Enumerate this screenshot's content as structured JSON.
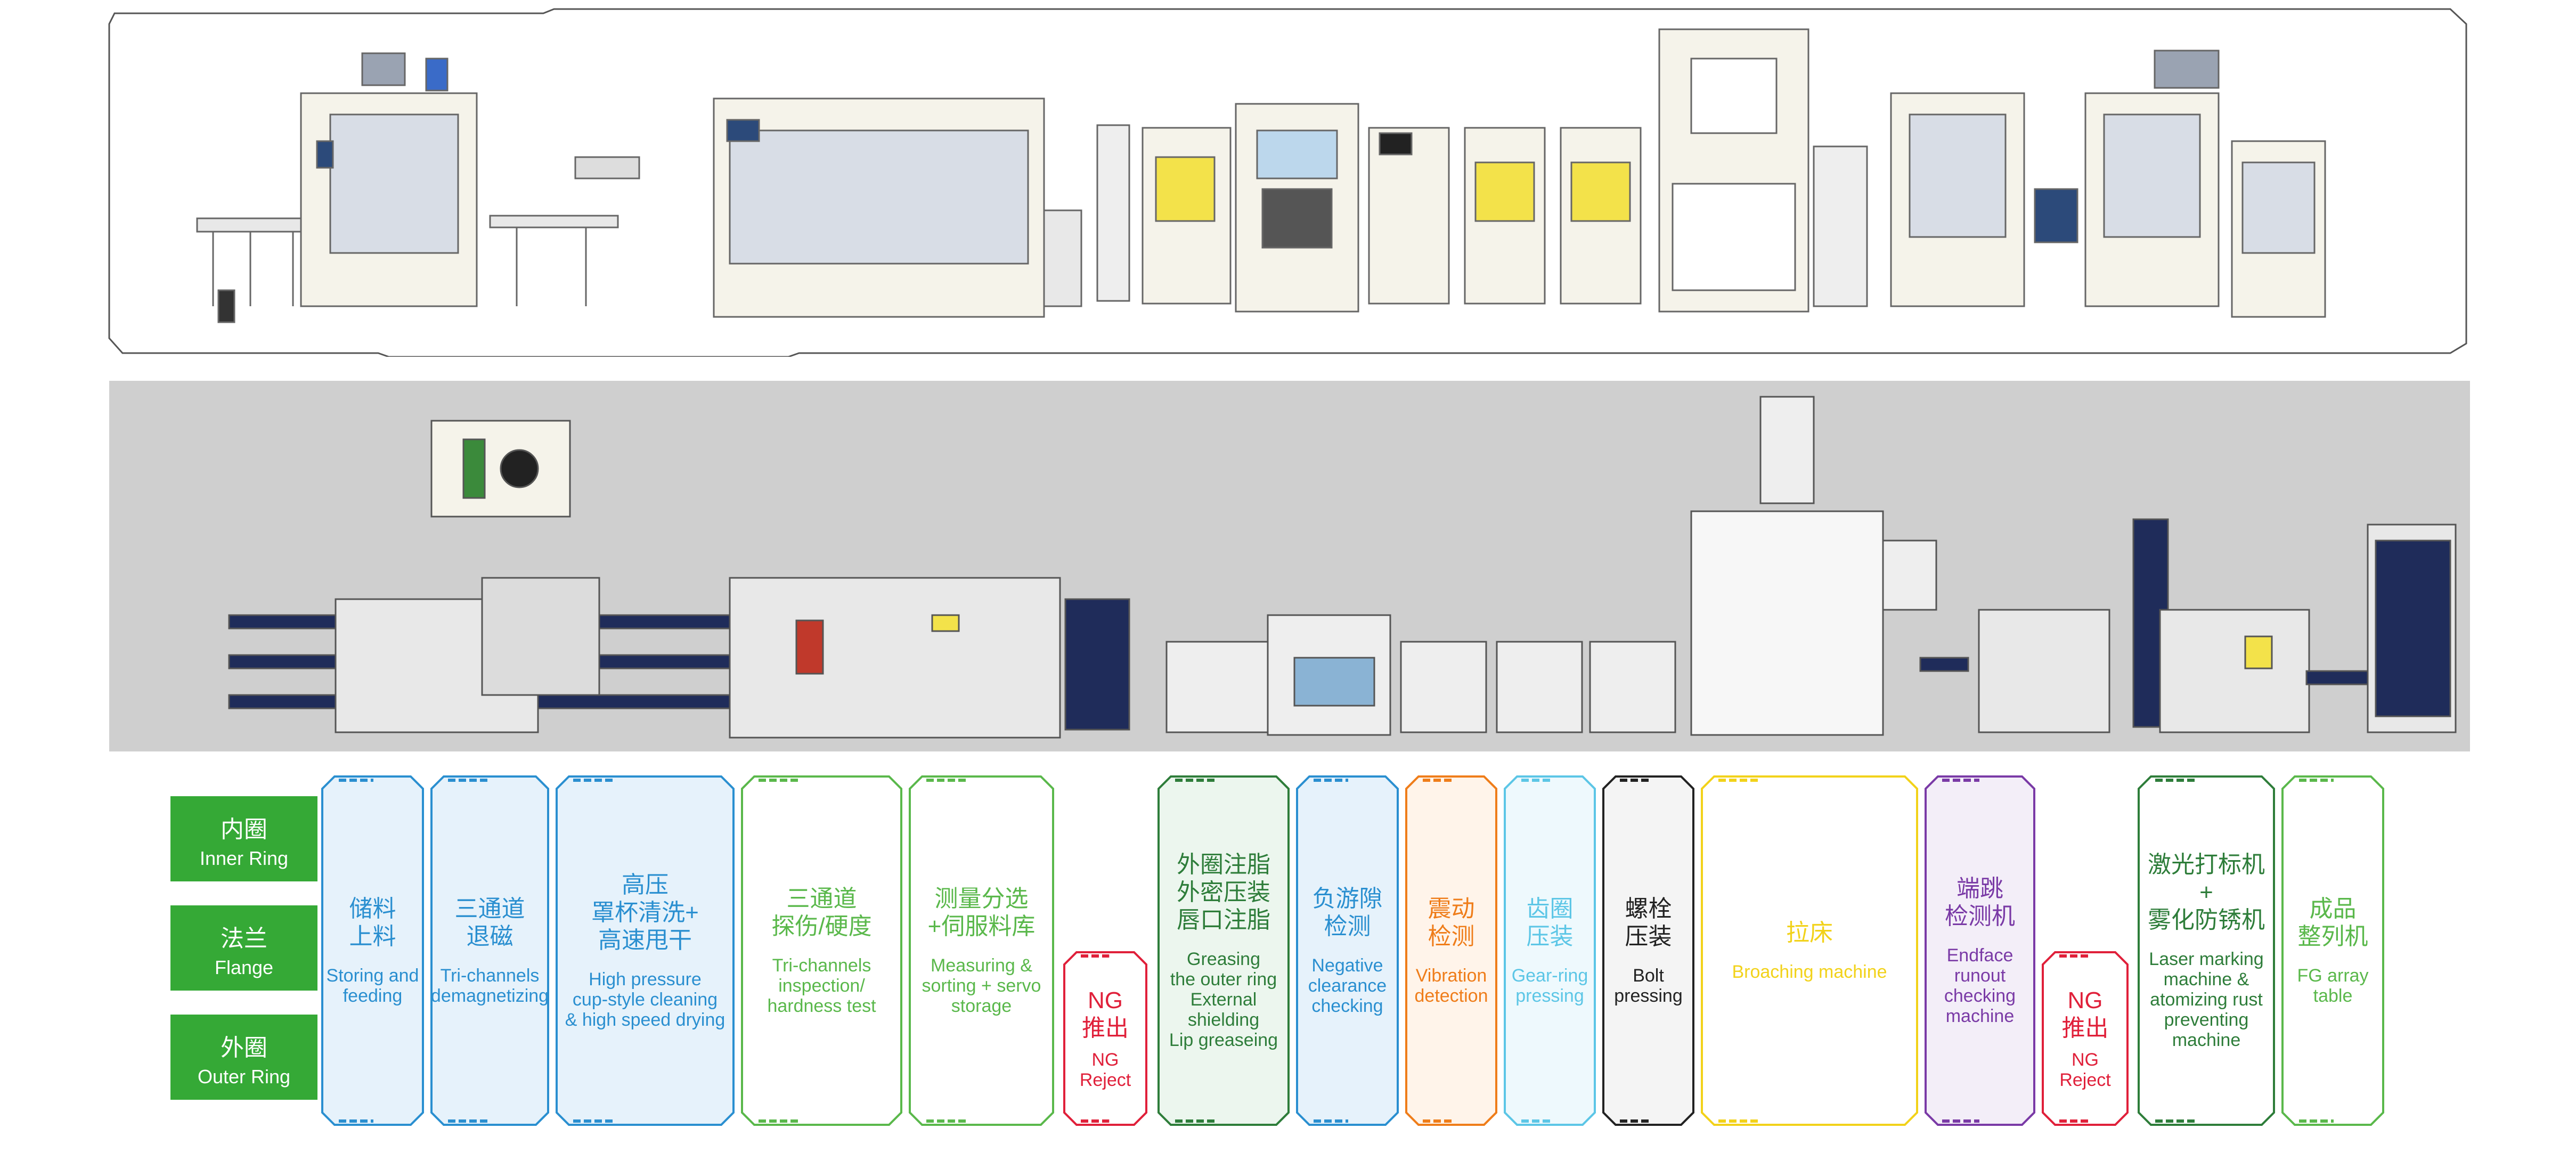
{
  "labels": [
    {
      "cn": "内圈",
      "en": "Inner Ring"
    },
    {
      "cn": "法兰",
      "en": "Flange"
    },
    {
      "cn": "外圈",
      "en": "Outer Ring"
    }
  ],
  "stations": [
    {
      "id": "s1",
      "cn": "储料\n上料",
      "en": "Storing and\nfeeding",
      "color": "#2a8fd0",
      "fill": "#e6f2fb"
    },
    {
      "id": "s2",
      "cn": "三通道\n退磁",
      "en": "Tri-channels\ndemagnetizing",
      "color": "#2a8fd0",
      "fill": "#e6f2fb"
    },
    {
      "id": "s3",
      "cn": "高压\n罩杯清洗+\n高速甩干",
      "en": "High pressure\ncup-style cleaning\n& high speed drying",
      "color": "#2a8fd0",
      "fill": "#e6f2fb"
    },
    {
      "id": "s4",
      "cn": "三通道\n探伤/硬度",
      "en": "Tri-channels\ninspection/\nhardness test",
      "color": "#5ab84b",
      "fill": "#ffffff"
    },
    {
      "id": "s5",
      "cn": "测量分选\n+伺服料库",
      "en": "Measuring &\nsorting + servo\nstorage",
      "color": "#5ab84b",
      "fill": "#ffffff"
    },
    {
      "id": "s6",
      "cn": "NG\n推出",
      "en": "NG\nReject",
      "color": "#e0203a",
      "fill": "#ffffff"
    },
    {
      "id": "s7",
      "cn": "外圈注脂\n外密压装\n唇口注脂",
      "en": "Greasing\nthe outer ring\nExternal\nshielding\nLip greaseing",
      "color": "#2e7d3a",
      "fill": "#ecf6ee"
    },
    {
      "id": "s8",
      "cn": "负游隙\n检测",
      "en": "Negative\nclearance\nchecking",
      "color": "#2a8fd0",
      "fill": "#e6f2fb"
    },
    {
      "id": "s9",
      "cn": "震动\n检测",
      "en": "Vibration\ndetection",
      "color": "#ef7d1a",
      "fill": "#fff4ea"
    },
    {
      "id": "s10",
      "cn": "齿圈\n压装",
      "en": "Gear-ring\npressing",
      "color": "#5cc6e6",
      "fill": "#eef9fd"
    },
    {
      "id": "s11",
      "cn": "螺栓\n压装",
      "en": "Bolt\npressing",
      "color": "#222222",
      "fill": "#f4f4f4"
    },
    {
      "id": "s12",
      "cn": "拉床",
      "en": "Broaching machine",
      "color": "#f2d21a",
      "fill": "#ffffff"
    },
    {
      "id": "s13",
      "cn": "端跳\n检测机",
      "en": "Endface\nrunout\nchecking\nmachine",
      "color": "#7a3aa6",
      "fill": "#f3eef8"
    },
    {
      "id": "s14",
      "cn": "NG\n推出",
      "en": "NG\nReject",
      "color": "#e0203a",
      "fill": "#ffffff"
    },
    {
      "id": "s15",
      "cn": "激光打标机\n+\n雾化防锈机",
      "en": "Laser marking\nmachine &\natomizing rust\npreventing\nmachine",
      "color": "#2e7d3a",
      "fill": "#ffffff"
    },
    {
      "id": "s16",
      "cn": "成品\n整列机",
      "en": "FG array\ntable",
      "color": "#5ab84b",
      "fill": "#ffffff"
    }
  ]
}
